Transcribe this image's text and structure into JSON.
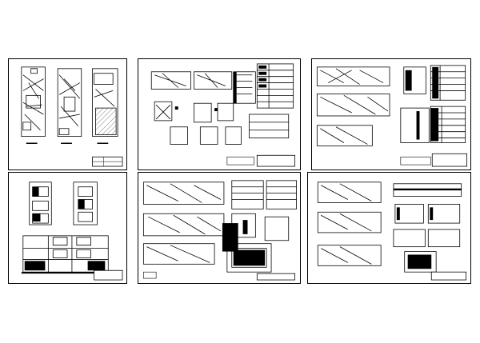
{
  "sheets": [
    {
      "id": "sheet-1",
      "kind": "floor-plans"
    },
    {
      "id": "sheet-2",
      "kind": "structural-plans"
    },
    {
      "id": "sheet-3",
      "kind": "installation-plans"
    },
    {
      "id": "sheet-4",
      "kind": "elevations-sections"
    },
    {
      "id": "sheet-5",
      "kind": "detail-plans"
    },
    {
      "id": "sheet-6",
      "kind": "plans-and-details"
    }
  ],
  "colors": {
    "line": "#000000",
    "paper": "#ffffff",
    "hatch": "#222222"
  }
}
